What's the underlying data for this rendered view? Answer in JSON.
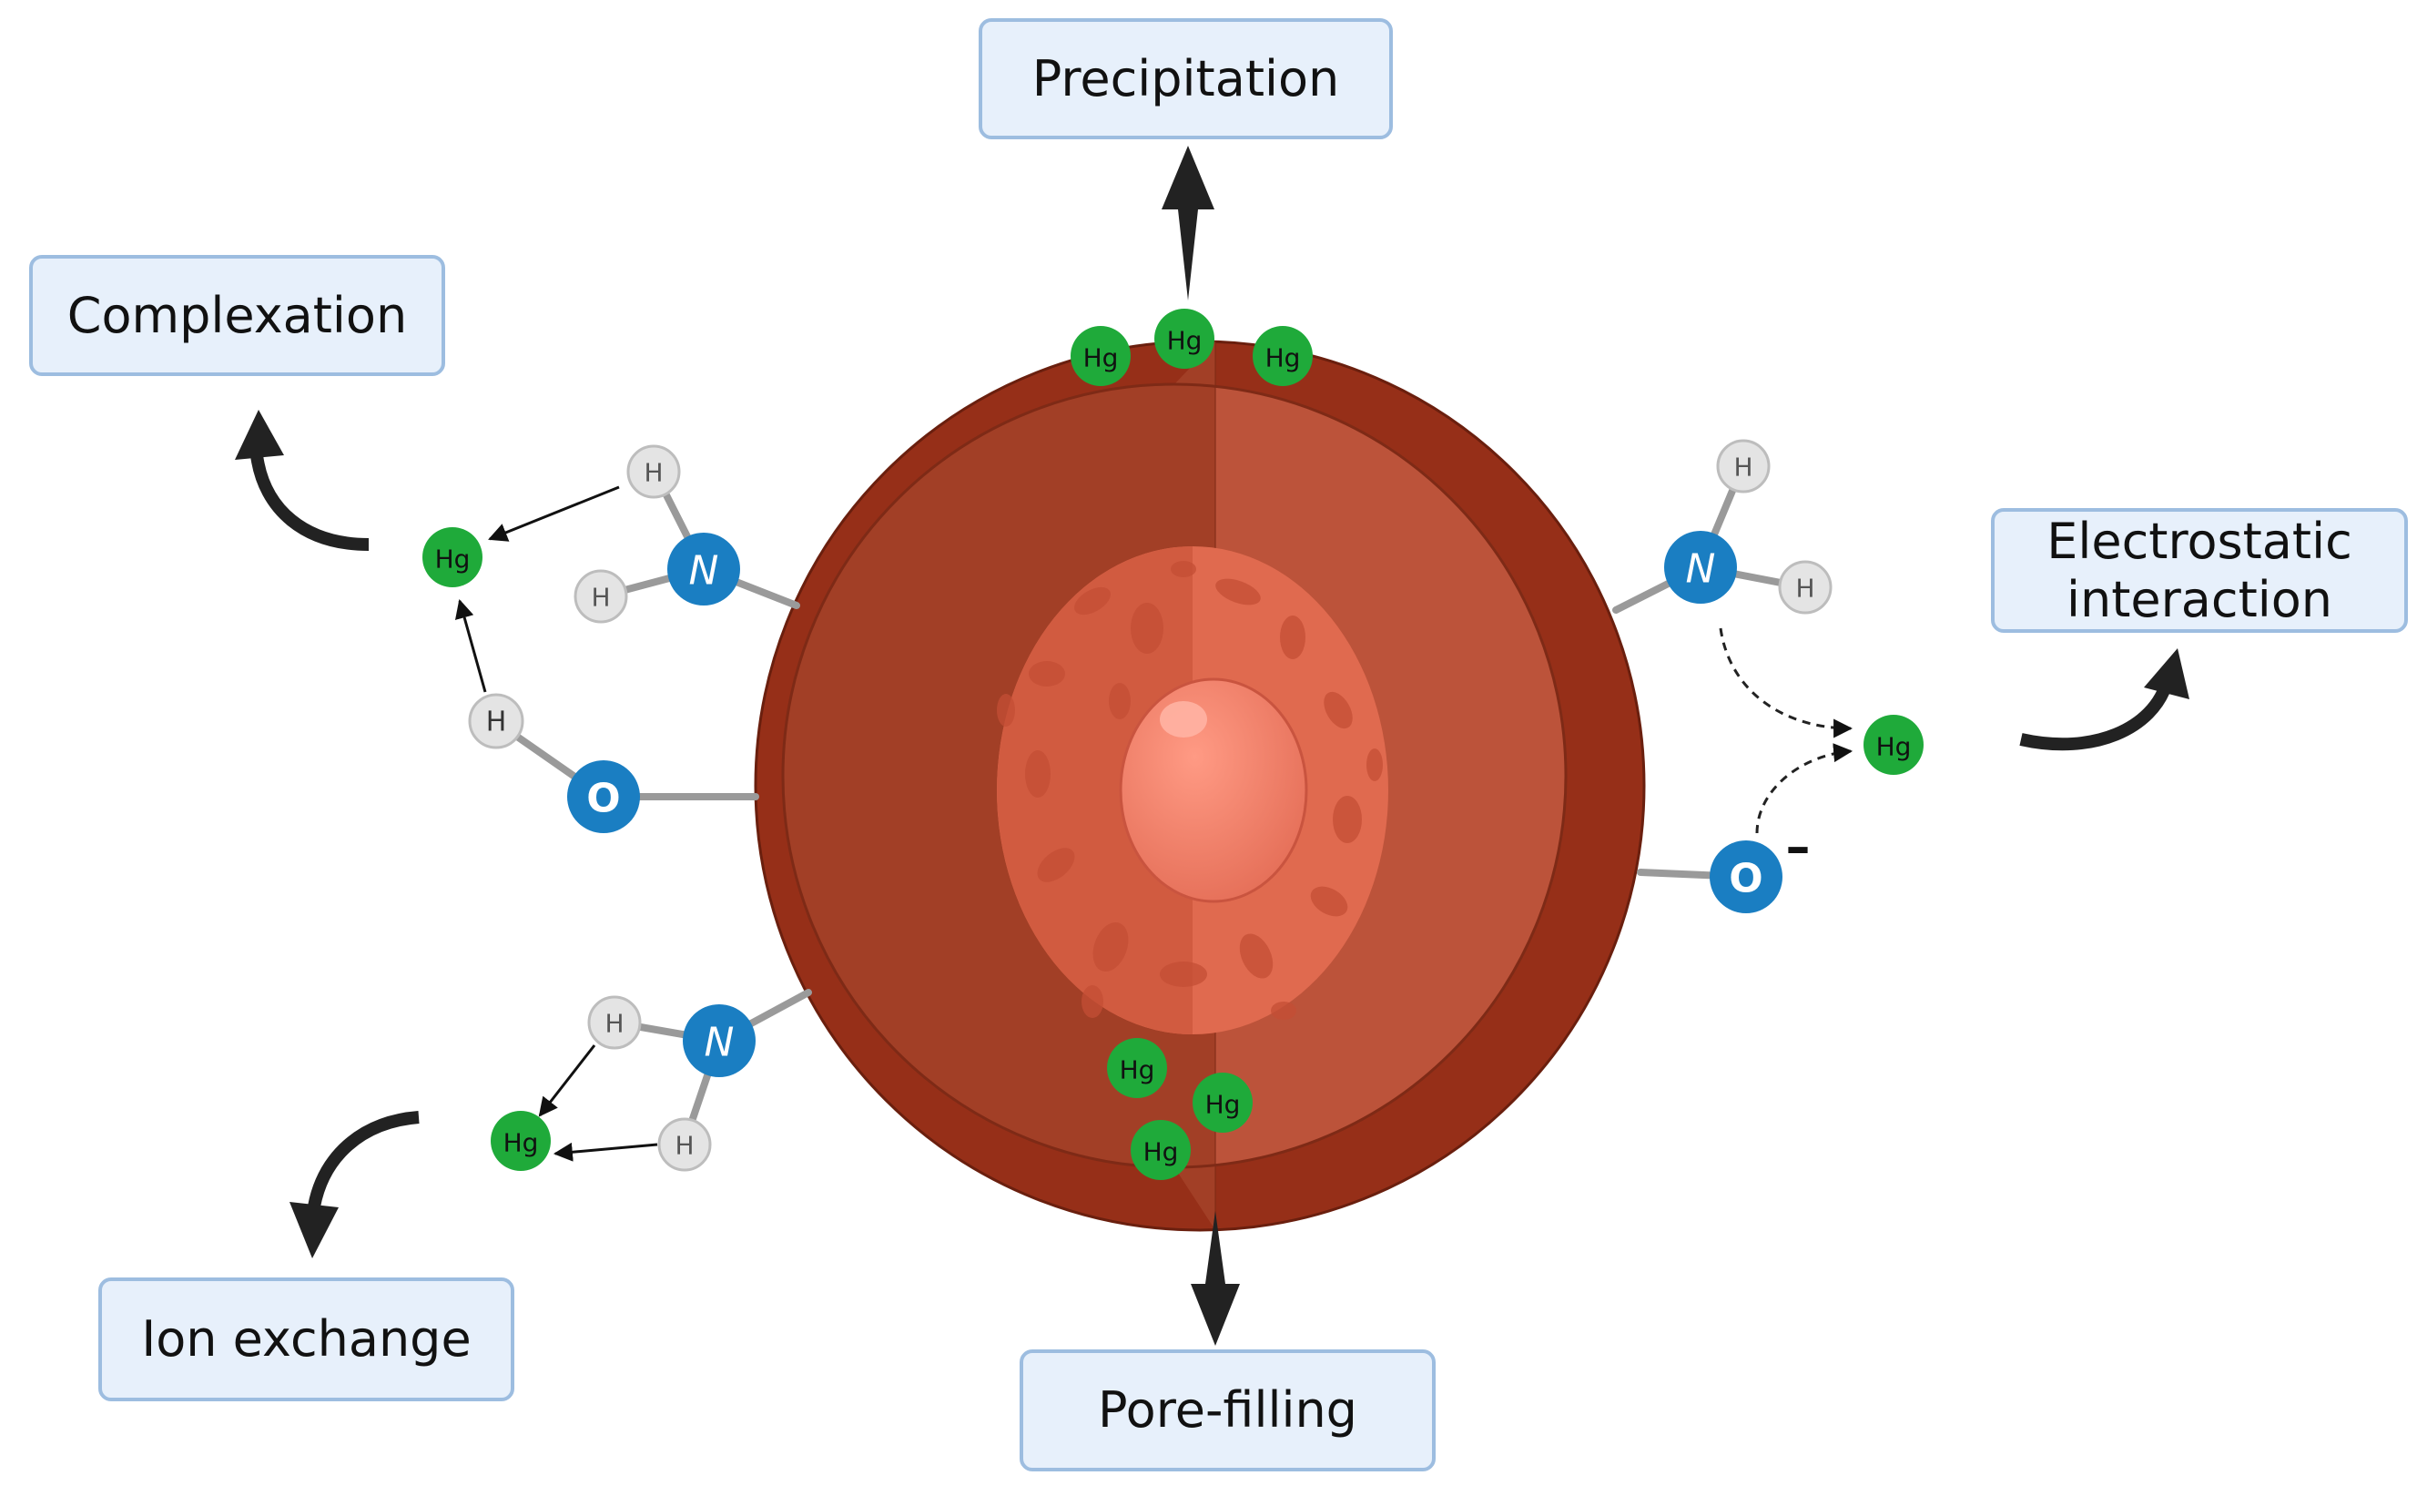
{
  "labels": {
    "precipitation": "Precipitation",
    "complexation": "Complexation",
    "electrostatic_line1": "Electrostatic",
    "electrostatic_line2": "interaction",
    "ion_exchange": "Ion exchange",
    "pore_filling": "Pore-filling"
  },
  "atoms": {
    "mercury": "Hg",
    "hydrogen": "H",
    "nitrogen": "N",
    "oxygen": "O",
    "negative_charge": "–"
  },
  "colors": {
    "mercury": "#1faa3a",
    "nitrogen_oxygen": "#1a7ec2",
    "hydrogen": "#e4e4e4",
    "particle_outer": "#a33e24",
    "particle_inner": "#de6a4d",
    "particle_core": "#f08671",
    "box_fill": "#e7f0fb",
    "box_border": "#9dbde0"
  }
}
